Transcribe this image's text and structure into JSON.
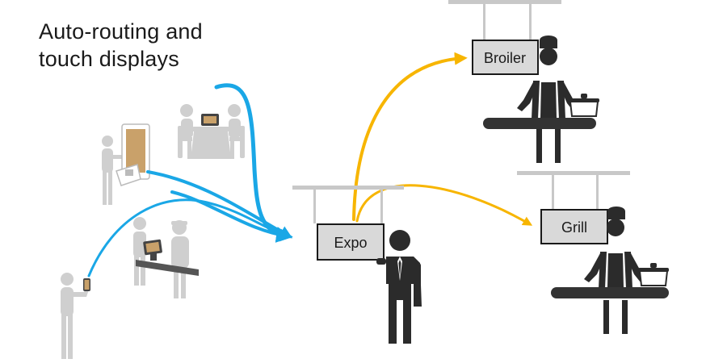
{
  "title": {
    "line1": "Auto-routing and",
    "line2": "touch displays"
  },
  "stations": {
    "expo": "Expo",
    "broiler": "Broiler",
    "grill": "Grill"
  },
  "colors": {
    "input_arrows": "#1aa7e6",
    "routing_arrows": "#f7b500",
    "kitchen_figures": "#2b2b2b",
    "guest_figures": "#cfcfcf",
    "screens": "#c9a16a",
    "display_box": "#d9d9d9",
    "counter": "#333333",
    "rail": "#c8c8c8"
  },
  "icons": {
    "ordering_sources": [
      "kiosk-icon",
      "table-tablet-icon",
      "pos-terminal-icon",
      "handheld-phone-icon"
    ],
    "kitchen_staff": [
      "expo-staff-icon",
      "broiler-chef-icon",
      "grill-chef-icon"
    ]
  }
}
